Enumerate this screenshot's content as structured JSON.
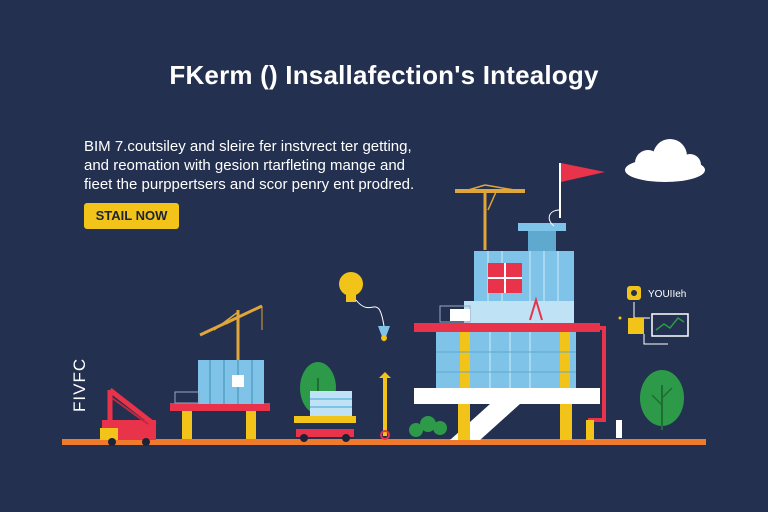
{
  "header": {
    "title": "FKerm () Insallafection's Intealogy"
  },
  "hero": {
    "lines": [
      "BIM 7.coutsiley and sleire fer instvrect ter getting,",
      "and reomation with gesion rtarfleting mange and",
      "fieet the purppertsers and scor penry ent prodred."
    ],
    "cta_label": "STAIL NOW"
  },
  "side_label": "FIVFC",
  "widget": {
    "label": "YOUIIeh"
  },
  "colors": {
    "background": "#23304f",
    "accent_yellow": "#f2c318",
    "accent_red": "#e8334a",
    "building_blue": "#7fc4e8",
    "ground_orange": "#f07a2c",
    "tree_green": "#2c9a48"
  },
  "icons": [
    "cloud-icon",
    "flag-icon",
    "lightbulb-icon",
    "crane-icon",
    "tree-icon",
    "chart-widget-icon",
    "wrench-icon"
  ]
}
